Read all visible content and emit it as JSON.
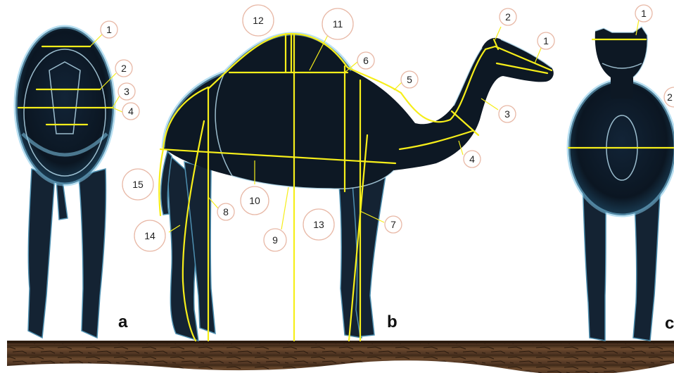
{
  "panels": [
    {
      "letter": "a",
      "labels": [
        "1",
        "2",
        "3",
        "4"
      ]
    },
    {
      "letter": "b",
      "labels": [
        "1",
        "2",
        "3",
        "4",
        "5",
        "6",
        "7",
        "8",
        "9",
        "10",
        "11",
        "12",
        "13",
        "14",
        "15"
      ]
    },
    {
      "letter": "c",
      "labels": [
        "1",
        "2"
      ]
    }
  ],
  "colors": {
    "measurement_line": "#f6ee1a",
    "label_circle_border": "#e8b8a6",
    "camel_body": "#0d1824",
    "camel_glow": "#7fc6e8",
    "ground": "#5a3a22"
  }
}
